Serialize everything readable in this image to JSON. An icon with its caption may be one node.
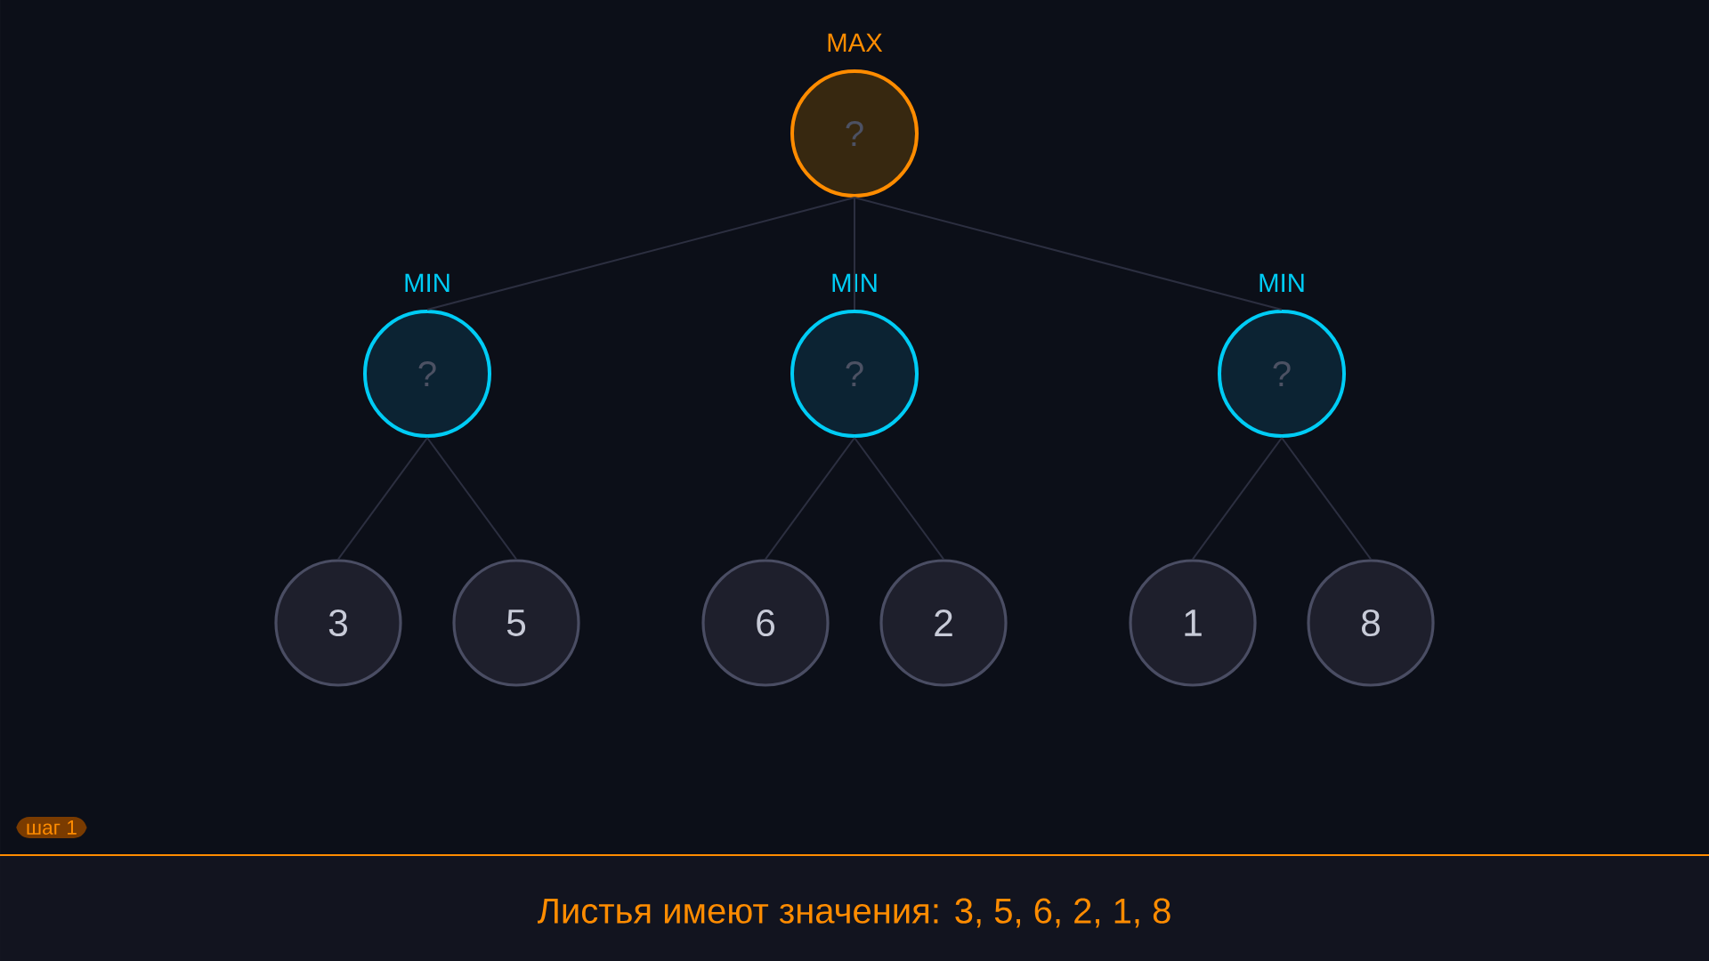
{
  "diagram": {
    "caption": "Листья имеют значения: 3, 5, 6, 2, 1, 8",
    "nodes": [
      {
        "text": [
          "MAX",
          "?"
        ]
      },
      {
        "text": [
          "MIN",
          "?"
        ]
      },
      {
        "text": [
          "MIN",
          "?"
        ]
      },
      {
        "text": [
          "MIN",
          "?"
        ]
      },
      {
        "text": [
          "3"
        ]
      },
      {
        "text": [
          "5"
        ]
      },
      {
        "text": [
          "6"
        ]
      },
      {
        "text": [
          "2"
        ]
      },
      {
        "text": [
          "1"
        ]
      },
      {
        "text": [
          "8"
        ]
      }
    ],
    "edges": [
      {
        "from": 0,
        "to": 1,
        "arrow": "none"
      },
      {
        "from": 0,
        "to": 2,
        "arrow": "none"
      },
      {
        "from": 0,
        "to": 3,
        "arrow": "none"
      },
      {
        "from": 1,
        "to": 4,
        "arrow": "none"
      },
      {
        "from": 1,
        "to": 5,
        "arrow": "none"
      },
      {
        "from": 2,
        "to": 6,
        "arrow": "none"
      },
      {
        "from": 2,
        "to": 7,
        "arrow": "none"
      },
      {
        "from": 3,
        "to": 8,
        "arrow": "none"
      },
      {
        "from": 3,
        "to": 9,
        "arrow": "none"
      }
    ],
    "labels": [
      "шаг 1"
    ]
  }
}
